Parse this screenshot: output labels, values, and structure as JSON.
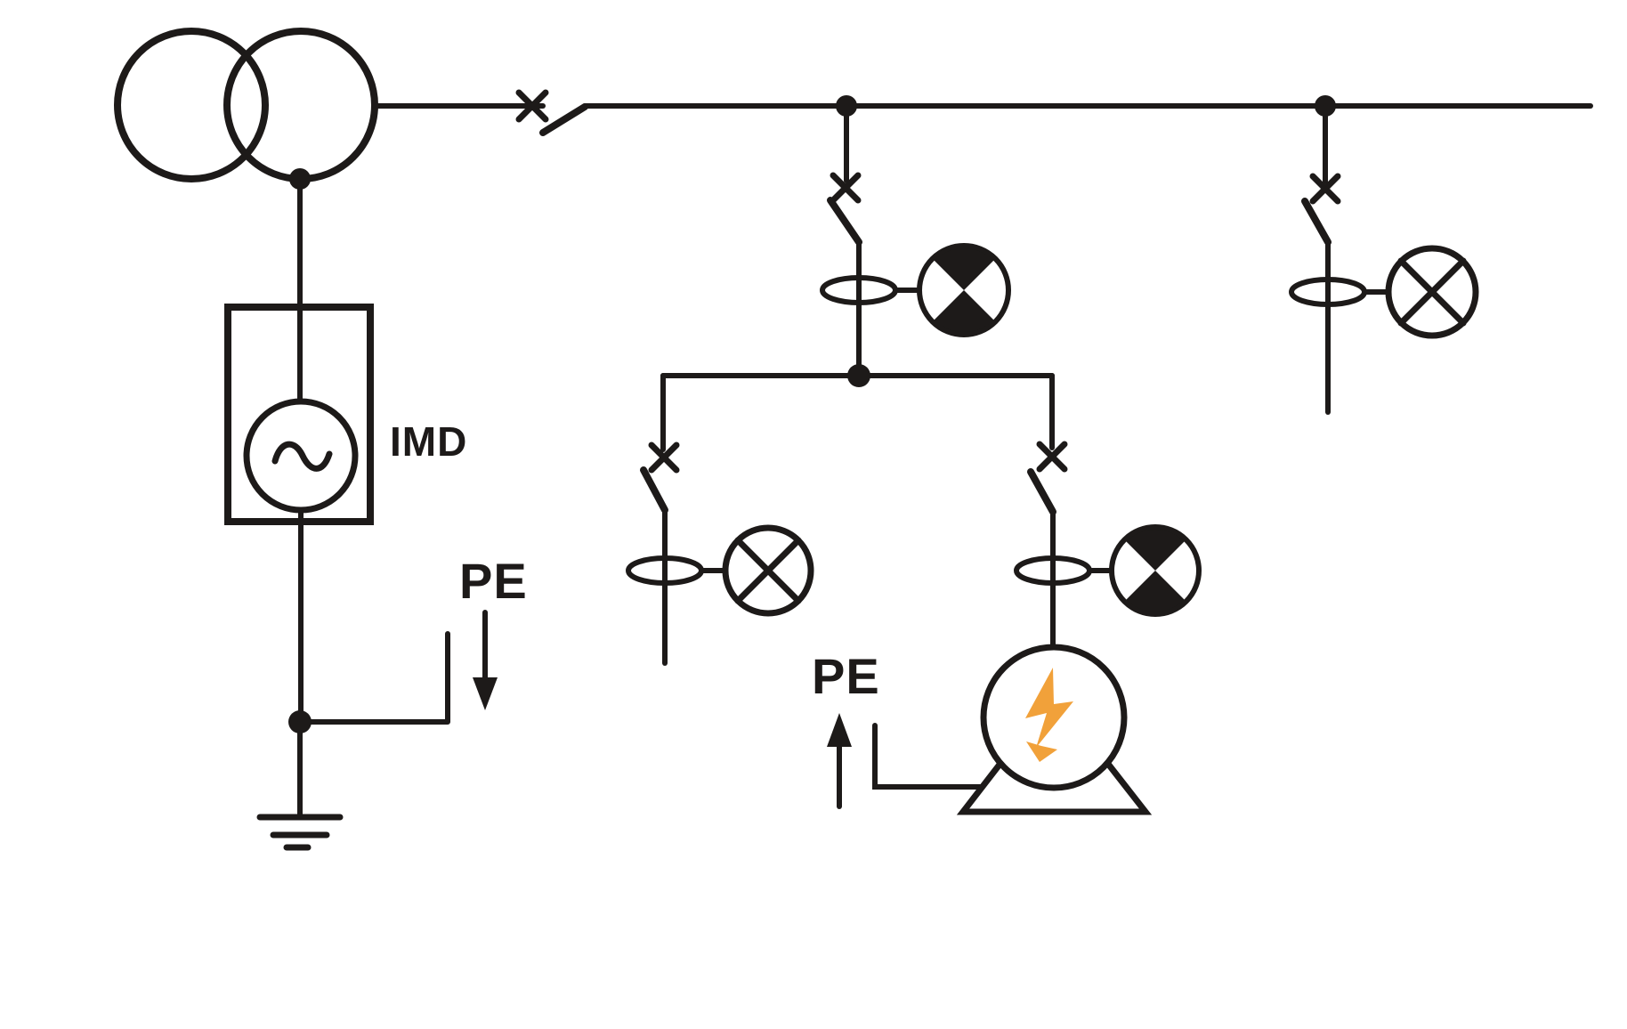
{
  "diagram": {
    "type": "electrical-one-line-schematic",
    "description": "IT earthing system with insulation monitoring device, supply transformer, disconnect switches, current transformers, lamp loads, meter loads and a motor load",
    "labels": {
      "imd": "IMD",
      "pe_left": "PE",
      "pe_middle": "PE"
    },
    "colors": {
      "line": "#1d1a19",
      "bolt": "#F1A13A",
      "background": "#ffffff"
    },
    "components": [
      "transformer-icon",
      "bus-disconnect-switch-icon",
      "imd-device-icon",
      "earth-ground-icon",
      "pe-down-arrow-icon",
      "pe-up-arrow-icon",
      "feeder-disconnect-switch-icon",
      "current-transformer-icon",
      "meter-load-icon",
      "lamp-load-icon",
      "motor-load-icon",
      "lightning-bolt-icon"
    ]
  }
}
